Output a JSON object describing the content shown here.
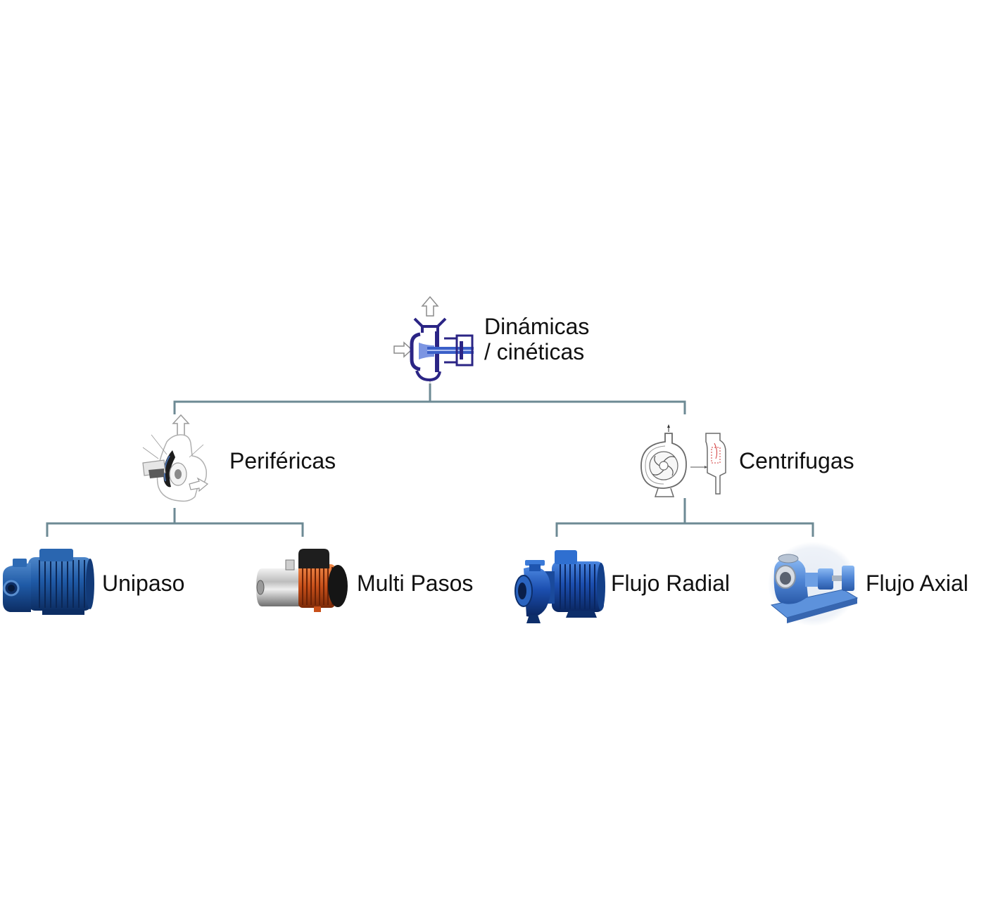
{
  "diagram": {
    "root": {
      "label_lines": [
        "Dinámicas",
        "/ cinéticas"
      ],
      "icon": "dynamic-pump-cross-section-icon"
    },
    "branches": [
      {
        "label": "Periféricas",
        "icon": "peripheral-pump-diagram-icon",
        "children": [
          {
            "label": "Unipaso",
            "icon": "single-stage-pump-icon"
          },
          {
            "label": "Multi Pasos",
            "icon": "multistage-pump-icon"
          }
        ]
      },
      {
        "label": "Centrifugas",
        "icon": "centrifugal-pump-diagram-icon",
        "children": [
          {
            "label": "Flujo Radial",
            "icon": "radial-flow-pump-icon"
          },
          {
            "label": "Flujo Axial",
            "icon": "axial-flow-pump-icon"
          }
        ]
      }
    ]
  },
  "colors": {
    "background": "#ffffff",
    "connector": "#6d8a94",
    "label_text": "#111111"
  }
}
